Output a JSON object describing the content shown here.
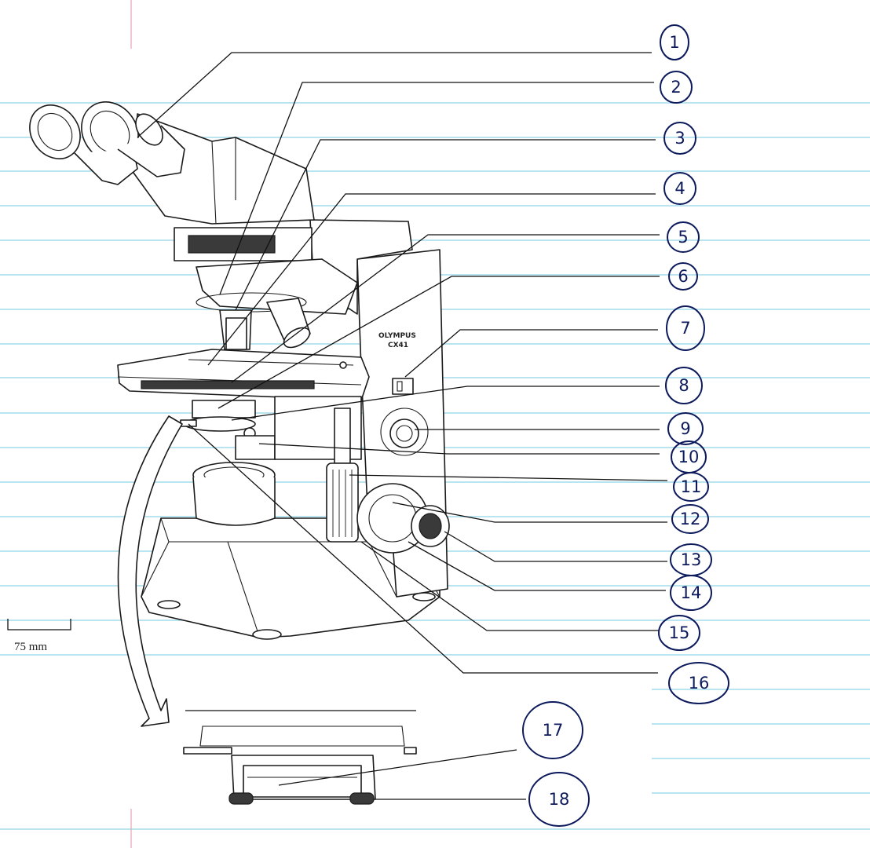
{
  "brand_label": "OLYMPUS",
  "model_label": "CX41",
  "scale_bar": {
    "label": "75 mm"
  },
  "callouts": [
    "1",
    "2",
    "3",
    "4",
    "5",
    "6",
    "7",
    "8",
    "9",
    "10",
    "11",
    "12",
    "13",
    "14",
    "15",
    "16",
    "17",
    "18"
  ],
  "colors": {
    "ruled_line": "#8fd3e6",
    "margin_line": "#e7a3b4",
    "handwriting_ink": "#0c1a5c",
    "drawing_ink": "#1a1a1a"
  }
}
